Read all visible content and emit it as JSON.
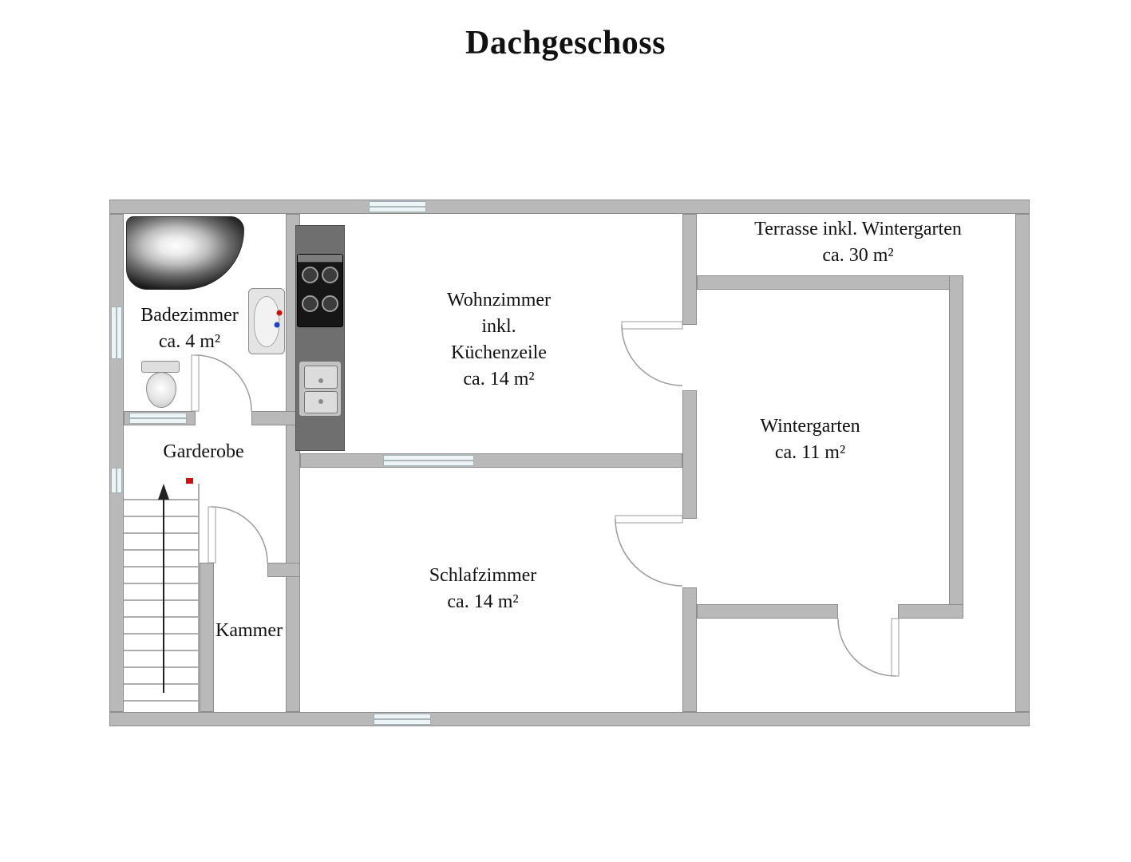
{
  "title": "Dachgeschoss",
  "rooms": {
    "badezimmer": {
      "name": "Badezimmer",
      "area": "ca. 4 m²"
    },
    "wohnzimmer": {
      "name": "Wohnzimmer",
      "line2": "inkl.",
      "line3": "Küchenzeile",
      "area": "ca. 14 m²"
    },
    "terrasse": {
      "name": "Terrasse inkl. Wintergarten",
      "area": "ca. 30 m²"
    },
    "wintergarten": {
      "name": "Wintergarten",
      "area": "ca. 11 m²"
    },
    "garderobe": {
      "name": "Garderobe"
    },
    "kammer": {
      "name": "Kammer"
    },
    "schlafzimmer": {
      "name": "Schlafzimmer",
      "area": "ca. 14 m²"
    }
  },
  "fixtures": [
    "bathtub",
    "toilet",
    "washbasin",
    "kitchen-counter",
    "stove",
    "kitchen-sink",
    "staircase-up-arrow"
  ],
  "colors": {
    "wall": "#b9b9b9",
    "wall_edge": "#8d8d8d",
    "kitchen_counter": "#6f6f6f",
    "window_fill": "#eef4f6",
    "marker_red": "#cc1111",
    "tap_cold_blue": "#2244bb",
    "text": "#111111",
    "background": "#ffffff"
  }
}
